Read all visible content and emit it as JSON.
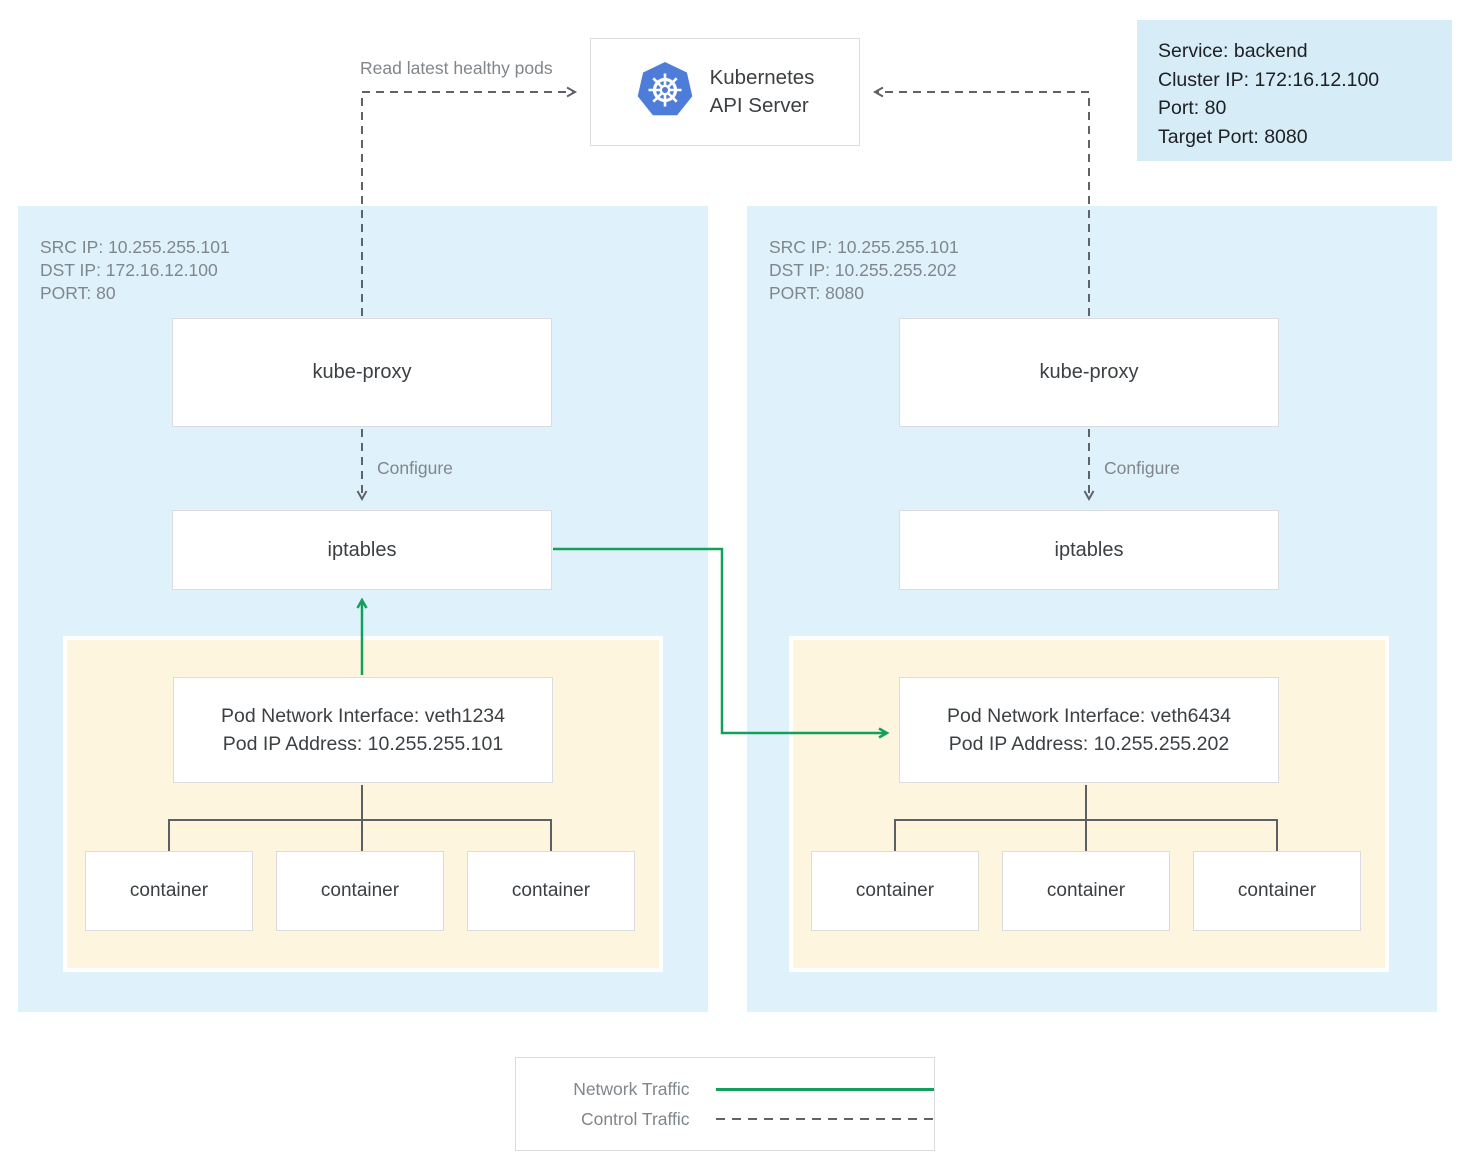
{
  "colors": {
    "node_bg": "#dff2fc",
    "pod_bg": "#fdf5dd",
    "service_bg": "#d6ecf6",
    "network_green": "#12a05c",
    "control_gray": "#5f6368",
    "k8s_blue": "#4d7dd8"
  },
  "api_server": {
    "line1": "Kubernetes",
    "line2": "API Server"
  },
  "labels": {
    "read_latest": "Read latest healthy pods",
    "configure": "Configure"
  },
  "service": {
    "line1": "Service: backend",
    "line2": "Cluster IP: 172:16.12.100",
    "line3": "Port: 80",
    "line4": "Target Port: 8080"
  },
  "nodes": {
    "left": {
      "src": "SRC IP: 10.255.255.101",
      "dst": "DST IP: 172.16.12.100",
      "port": "PORT: 80",
      "kube_proxy": "kube-proxy",
      "iptables": "iptables",
      "pod_interface_line1": "Pod Network Interface: veth1234",
      "pod_interface_line2": "Pod IP Address: 10.255.255.101",
      "containers": [
        "container",
        "container",
        "container"
      ]
    },
    "right": {
      "src": "SRC IP: 10.255.255.101",
      "dst": "DST IP: 10.255.255.202",
      "port": "PORT: 8080",
      "kube_proxy": "kube-proxy",
      "iptables": "iptables",
      "pod_interface_line1": "Pod Network Interface: veth6434",
      "pod_interface_line2": "Pod IP Address: 10.255.255.202",
      "containers": [
        "container",
        "container",
        "container"
      ]
    }
  },
  "legend": {
    "network": "Network Traffic",
    "control": "Control Traffic"
  }
}
